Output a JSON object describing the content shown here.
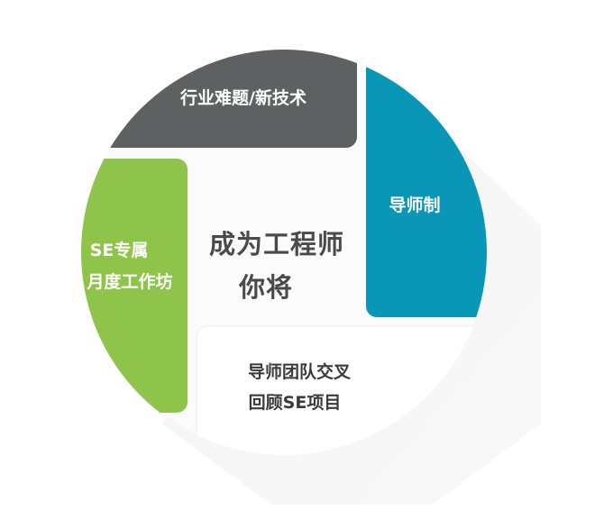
{
  "colors": {
    "top_segment": "#5f6062",
    "right_segment": "#0996b7",
    "left_segment": "#8ec449",
    "bottom_segment": "#ffffff",
    "center_text": "#4a4a4a",
    "shadow": "#e9e9e9"
  },
  "segments": {
    "top": {
      "label": "行业难题/新技术"
    },
    "right": {
      "label": "导师制"
    },
    "left": {
      "line1": "SE专属",
      "line2": "月度工作坊"
    },
    "bottom": {
      "line1": "导师团队交叉",
      "line2": "回顾SE项目"
    }
  },
  "center": {
    "line1": "成为工程师",
    "line2": "你将"
  }
}
